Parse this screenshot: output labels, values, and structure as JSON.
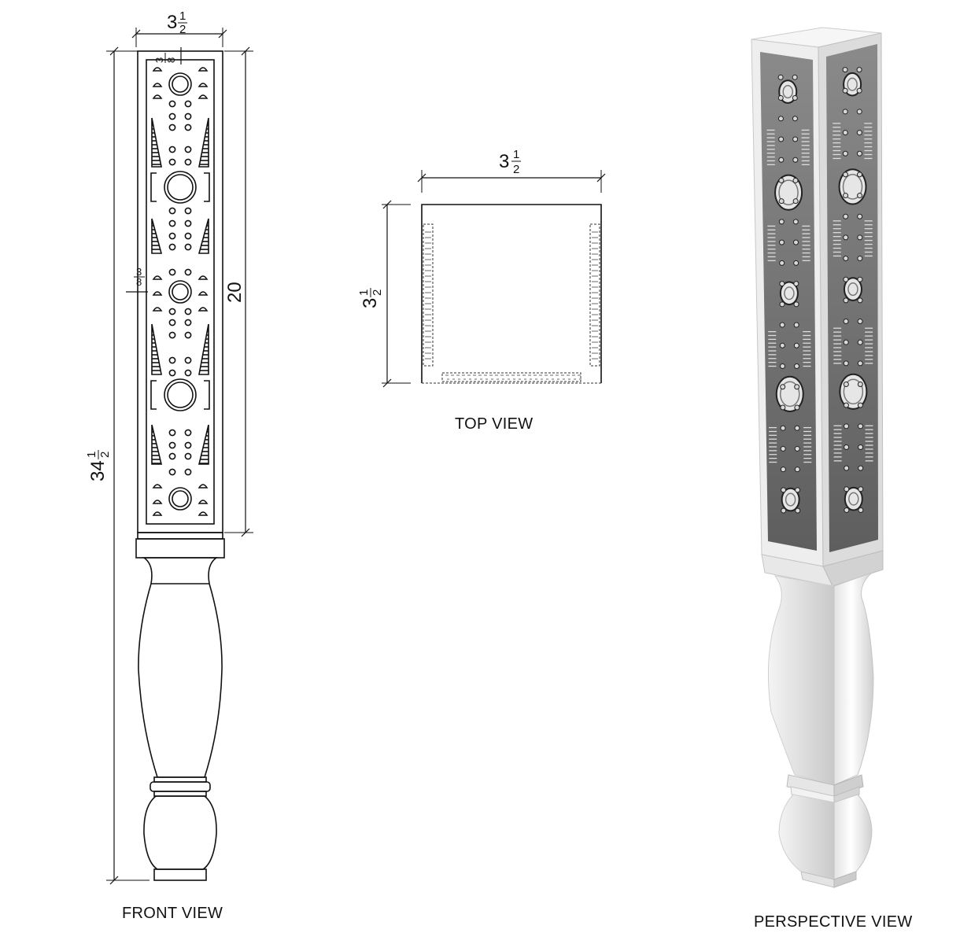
{
  "views": {
    "front": "FRONT VIEW",
    "top": "TOP VIEW",
    "perspective": "PERSPECTIVE VIEW"
  },
  "dimensions": {
    "front_width": {
      "whole": "3",
      "num": "1",
      "den": "2"
    },
    "front_height_total": {
      "whole": "34",
      "num": "1",
      "den": "2"
    },
    "front_panel_height": "20",
    "front_margin_top": {
      "num": "3",
      "den": "8"
    },
    "front_margin_side": {
      "num": "3",
      "den": "8"
    },
    "top_width": {
      "whole": "3",
      "num": "1",
      "den": "2"
    },
    "top_depth": {
      "whole": "3",
      "num": "1",
      "den": "2"
    }
  },
  "colors": {
    "ink": "#111111",
    "render_light": "#f2f2f2",
    "render_mid": "#c8c8c8",
    "render_dark": "#3a3a3a"
  }
}
